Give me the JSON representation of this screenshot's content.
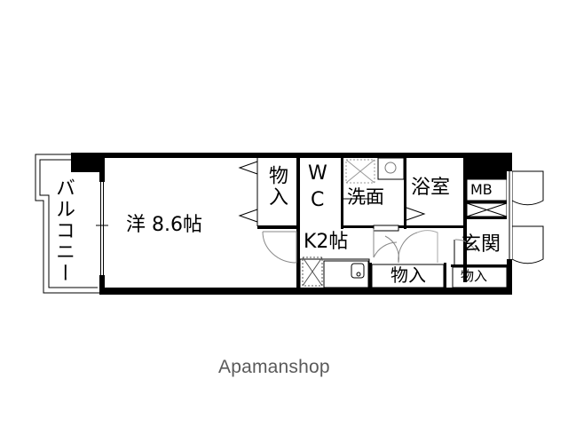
{
  "floor_plan": {
    "rooms": {
      "balcony": "バルコニー",
      "western_room": "洋 8.6帖",
      "closet_west": "物入",
      "wc": "WC",
      "wc_w": "W",
      "wc_c": "C",
      "washroom": "洗面",
      "bathroom": "浴室",
      "meter_box": "MB",
      "kitchen": "K2帖",
      "closet_center": "物入",
      "entrance": "玄関",
      "closet_entrance": "物入"
    },
    "colors": {
      "wall": "#000000",
      "background": "#ffffff",
      "door_arc": "#888888",
      "fixture_dashed": "#999999",
      "watermark": "#5a5a5a"
    }
  },
  "watermark": "Apamanshop"
}
